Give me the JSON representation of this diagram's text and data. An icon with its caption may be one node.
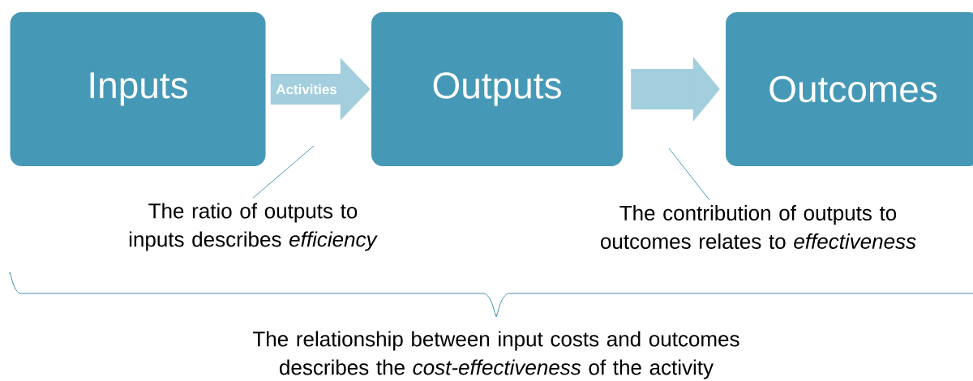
{
  "diagram": {
    "nodes": [
      {
        "text": [
          "Inputs"
        ]
      },
      {
        "text": [
          "Outputs"
        ]
      },
      {
        "text": [
          "Outcomes"
        ]
      },
      {
        "text": [
          "The ratio of outputs to inputs describes *efficiency*"
        ]
      },
      {
        "text": [
          "The contribution of outputs to outcomes relates to *effectiveness*"
        ]
      }
    ],
    "edges": [
      {
        "from": 0,
        "to": 1,
        "arrow": "to",
        "label": "Activities",
        "style": "thick",
        "color": "#a3cedd"
      },
      {
        "from": 1,
        "to": 2,
        "arrow": "to",
        "style": "thick",
        "color": "#a3cedd"
      },
      {
        "from": 3,
        "to": null,
        "arrow": "none",
        "color": "#3f8fb0"
      },
      {
        "from": 4,
        "to": null,
        "arrow": "none",
        "color": "#3f8fb0"
      }
    ],
    "labels": [
      "The relationship between input costs and outcomes describes the *cost-effectiveness* of the activity"
    ]
  }
}
